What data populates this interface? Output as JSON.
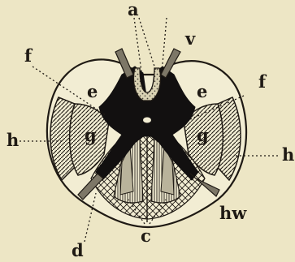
{
  "labels": {
    "a": "a",
    "v": "v",
    "f_left": "f",
    "f_right": "f",
    "e_left": "e",
    "e_right": "e",
    "g_left": "g",
    "g_right": "g",
    "h_left": "h",
    "h_right": "h",
    "hw": "hw",
    "d": "d",
    "c": "c"
  },
  "colors": {
    "paper": "#ede6c5",
    "ink": "#1f1a14",
    "grey_matter": "#121010",
    "white_column": "#f2edd3",
    "stipple": "#b9b39b",
    "nerve_root": "#7d7767"
  }
}
